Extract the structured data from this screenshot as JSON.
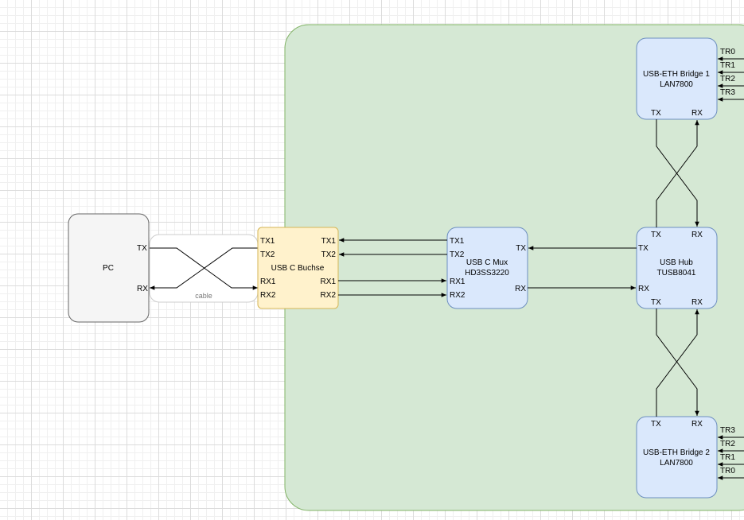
{
  "colors": {
    "board": "#d5e8d4",
    "board_stroke": "#82b366",
    "pc": "#f5f5f5",
    "pc_stroke": "#666666",
    "cable": "#ffffff",
    "cable_stroke": "#cccccc",
    "connector": "#fff2cc",
    "connector_stroke": "#d6b656",
    "chip": "#dae8fc",
    "chip_stroke": "#6c8ebf"
  },
  "pc": {
    "name": "PC",
    "tx": "TX",
    "rx": "RX"
  },
  "cable": {
    "label": "cable"
  },
  "usb_c_socket": {
    "name": "USB C Buchse",
    "tx1": "TX1",
    "tx2": "TX2",
    "rx1": "RX1",
    "rx2": "RX2"
  },
  "usb_c_mux": {
    "name": "USB C Mux",
    "part": "HD3SS3220",
    "tx1": "TX1",
    "tx2": "TX2",
    "rx1": "RX1",
    "rx2": "RX2",
    "tx": "TX",
    "rx": "RX"
  },
  "usb_hub": {
    "name": "USB Hub",
    "part": "TUSB8041",
    "tx": "TX",
    "rx": "RX"
  },
  "bridge1": {
    "name": "USB-ETH Bridge 1",
    "part": "LAN7800",
    "tx": "TX",
    "rx": "RX",
    "pairs": [
      "TR0",
      "TR1",
      "TR2",
      "TR3"
    ]
  },
  "bridge2": {
    "name": "USB-ETH Bridge 2",
    "part": "LAN7800",
    "tx": "TX",
    "rx": "RX",
    "pairs": [
      "TR3",
      "TR2",
      "TR1",
      "TR0"
    ]
  }
}
